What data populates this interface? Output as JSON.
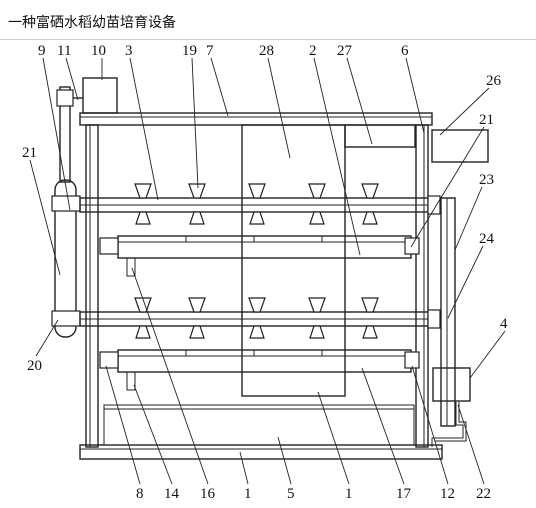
{
  "page": {
    "title": "一种富硒水稻幼苗培育设备"
  },
  "diagram": {
    "labels": [
      {
        "id": "l9",
        "text": "9"
      },
      {
        "id": "l11",
        "text": "11"
      },
      {
        "id": "l10",
        "text": "10"
      },
      {
        "id": "l3",
        "text": "3"
      },
      {
        "id": "l19",
        "text": "19"
      },
      {
        "id": "l7",
        "text": "7"
      },
      {
        "id": "l28",
        "text": "28"
      },
      {
        "id": "l2",
        "text": "2"
      },
      {
        "id": "l27",
        "text": "27"
      },
      {
        "id": "l6",
        "text": "6"
      },
      {
        "id": "l26",
        "text": "26"
      },
      {
        "id": "l21a",
        "text": "21"
      },
      {
        "id": "l21b",
        "text": "21"
      },
      {
        "id": "l23",
        "text": "23"
      },
      {
        "id": "l24",
        "text": "24"
      },
      {
        "id": "l20",
        "text": "20"
      },
      {
        "id": "l4",
        "text": "4"
      },
      {
        "id": "l8",
        "text": "8"
      },
      {
        "id": "l14",
        "text": "14"
      },
      {
        "id": "l16",
        "text": "16"
      },
      {
        "id": "l1a",
        "text": "1"
      },
      {
        "id": "l5",
        "text": "5"
      },
      {
        "id": "l1b",
        "text": "1"
      },
      {
        "id": "l17",
        "text": "17"
      },
      {
        "id": "l12",
        "text": "12"
      },
      {
        "id": "l22",
        "text": "22"
      }
    ]
  }
}
